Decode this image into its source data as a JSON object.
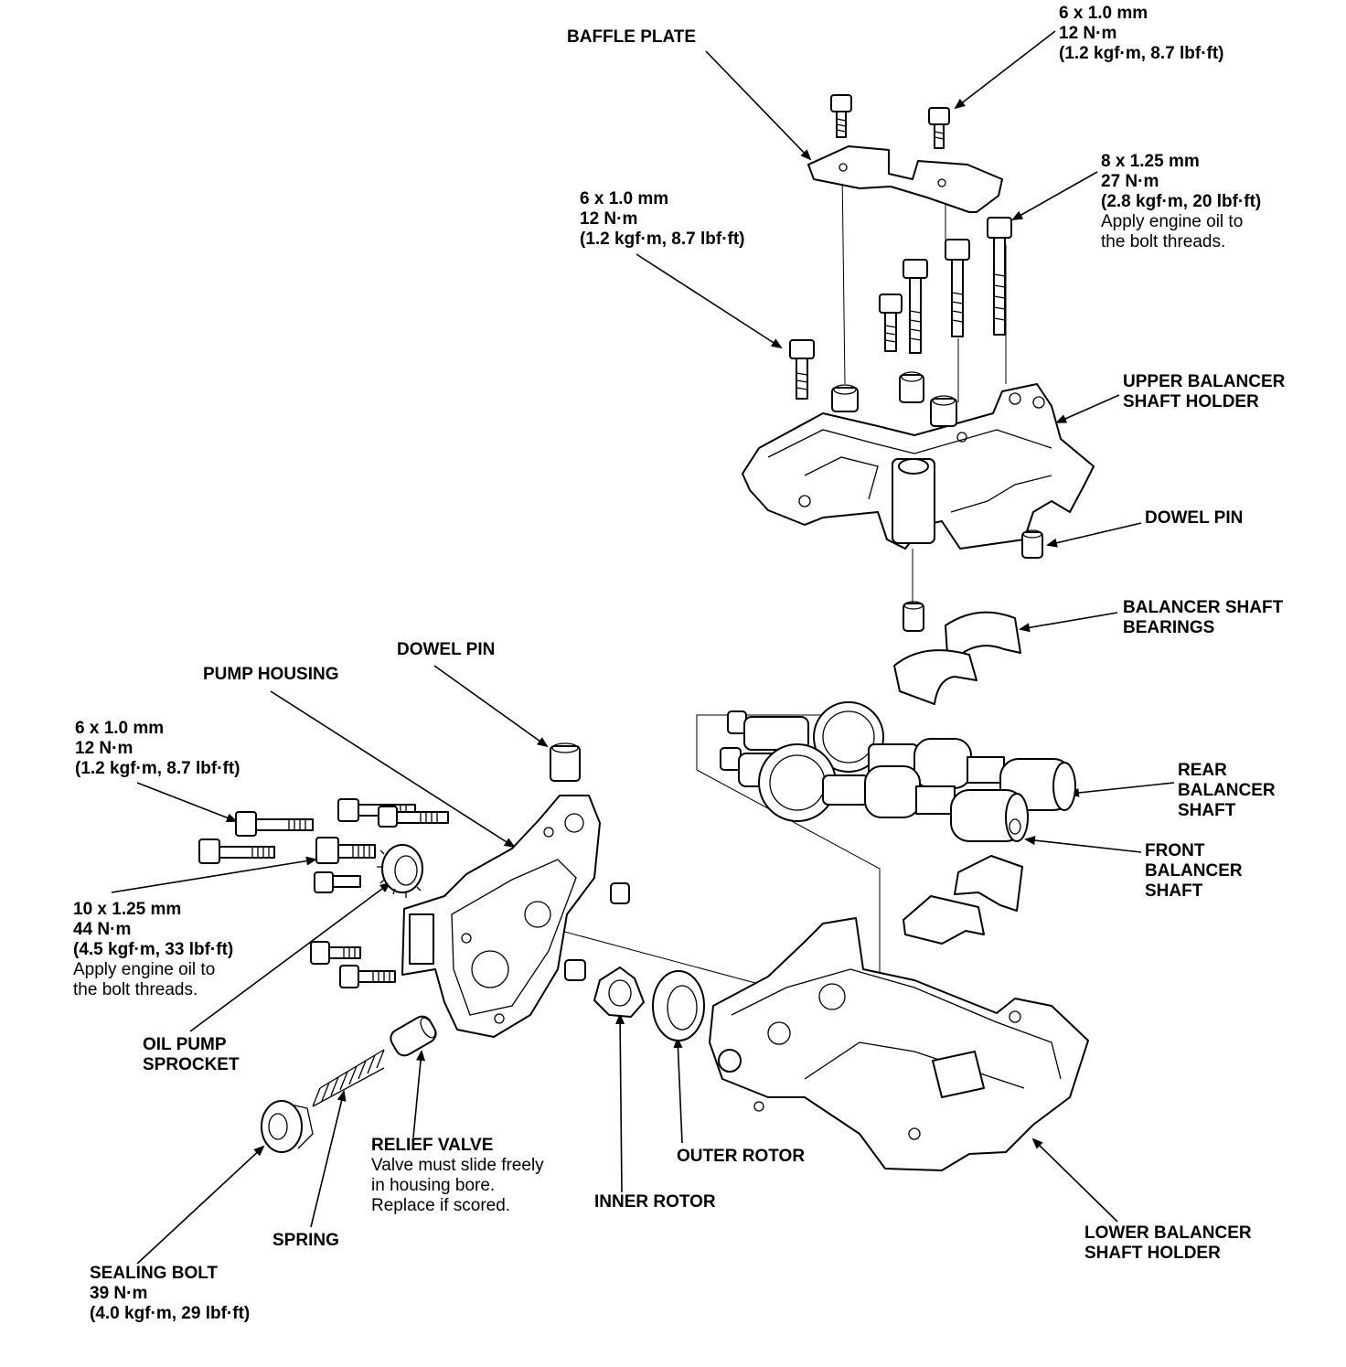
{
  "labels": {
    "baffle_plate": [
      "BAFFLE PLATE"
    ],
    "top_bolt_spec": {
      "bold": [
        "6 x 1.0 mm",
        "12 N·m",
        "(1.2 kgf·m, 8.7 lbf·ft)"
      ],
      "note": []
    },
    "upper_left_bolt_spec": {
      "bold": [
        "6 x 1.0 mm",
        "12 N·m",
        "(1.2 kgf·m, 8.7 lbf·ft)"
      ],
      "note": []
    },
    "upper_right_bolt_spec": {
      "bold": [
        "8 x 1.25 mm",
        "27 N·m",
        "(2.8 kgf·m, 20 lbf·ft)"
      ],
      "note": [
        "Apply engine oil to",
        "the bolt threads."
      ]
    },
    "upper_holder": [
      "UPPER BALANCER",
      "SHAFT HOLDER"
    ],
    "dowel_pin_right": [
      "DOWEL PIN"
    ],
    "shaft_bearings": [
      "BALANCER SHAFT",
      "BEARINGS"
    ],
    "dowel_pin_left": [
      "DOWEL PIN"
    ],
    "pump_housing": [
      "PUMP HOUSING"
    ],
    "left_bolt_spec": {
      "bold": [
        "6 x 1.0 mm",
        "12 N·m",
        "(1.2 kgf·m, 8.7 lbf·ft)"
      ],
      "note": []
    },
    "rear_shaft": [
      "REAR",
      "BALANCER",
      "SHAFT"
    ],
    "front_shaft": [
      "FRONT",
      "BALANCER",
      "SHAFT"
    ],
    "lower_left_bolt_spec": {
      "bold": [
        "10 x 1.25 mm",
        "44 N·m",
        "(4.5 kgf·m, 33 lbf·ft)"
      ],
      "note": [
        "Apply engine oil to",
        "the bolt threads."
      ]
    },
    "oil_pump_sprocket": [
      "OIL PUMP",
      "SPROCKET"
    ],
    "relief_valve": {
      "bold": [
        "RELIEF VALVE"
      ],
      "note": [
        "Valve must slide freely",
        "in housing bore.",
        "Replace if scored."
      ]
    },
    "outer_rotor": [
      "OUTER ROTOR"
    ],
    "inner_rotor": [
      "INNER ROTOR"
    ],
    "spring": [
      "SPRING"
    ],
    "sealing_bolt": {
      "bold": [
        "SEALING BOLT",
        "39 N·m",
        "(4.0 kgf·m, 29 lbf·ft)"
      ],
      "note": []
    },
    "lower_holder": [
      "LOWER BALANCER",
      "SHAFT HOLDER"
    ]
  }
}
